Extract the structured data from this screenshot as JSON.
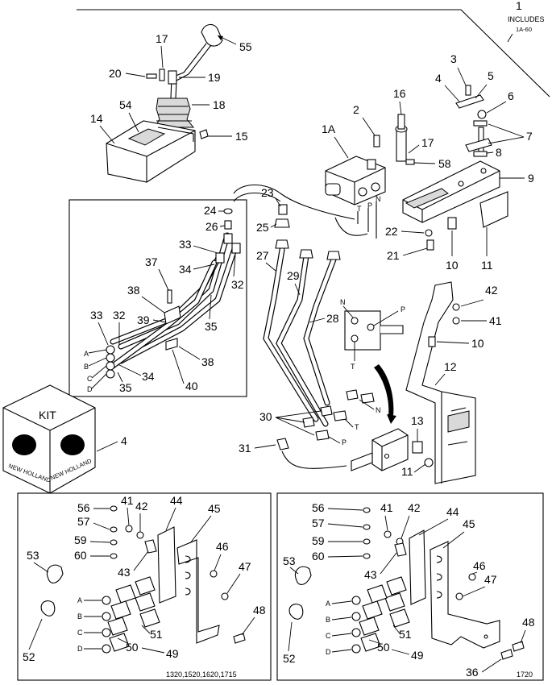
{
  "header": {
    "ref_number": "1",
    "includes_line1": "INCLUDES",
    "includes_line2": "1A-60"
  },
  "callouts": {
    "c1A": "1A",
    "c2": "2",
    "c3": "3",
    "c4a": "4",
    "c5": "5",
    "c6": "6",
    "c7": "7",
    "c8": "8",
    "c9": "9",
    "c10a": "10",
    "c10b": "10",
    "c11a": "11",
    "c11b": "11",
    "c12": "12",
    "c13": "13",
    "c14": "14",
    "c15": "15",
    "c16": "16",
    "c17a": "17",
    "c17b": "17",
    "c18": "18",
    "c19": "19",
    "c20": "20",
    "c21": "21",
    "c22": "22",
    "c23": "23",
    "c24": "24",
    "c25": "25",
    "c26": "26",
    "c27": "27",
    "c28": "28",
    "c29": "29",
    "c30": "30",
    "c31": "31",
    "c32a": "32",
    "c32b": "32",
    "c33a": "33",
    "c33b": "33",
    "c34a": "34",
    "c34b": "34",
    "c35a": "35",
    "c35b": "35",
    "c37": "37",
    "c38a": "38",
    "c38b": "38",
    "c39": "39",
    "c40": "40",
    "c41a": "41",
    "c42a": "42",
    "c4b": "4",
    "c54": "54",
    "c55": "55",
    "c58": "58",
    "L56": "56",
    "L57": "57",
    "L59": "59",
    "L60": "60",
    "L41": "41",
    "L42": "42",
    "L44": "44",
    "L45": "45",
    "L46": "46",
    "L47": "47",
    "L43": "43",
    "L53": "53",
    "L52": "52",
    "L48": "48",
    "L51": "51",
    "L50": "50",
    "L49": "49",
    "R56": "56",
    "R57": "57",
    "R59": "59",
    "R60": "60",
    "R41": "41",
    "R42": "42",
    "R44": "44",
    "R45": "45",
    "R46": "46",
    "R47": "47",
    "R43": "43",
    "R53": "53",
    "R52": "52",
    "R48": "48",
    "R51": "51",
    "R50": "50",
    "R49": "49",
    "R36": "36"
  },
  "port_letters": {
    "T1": "T",
    "P1": "P",
    "N1": "N",
    "N2": "N",
    "P2": "P",
    "T2": "T",
    "N3": "N",
    "T3": "T",
    "P3": "P",
    "A": "A",
    "B": "B",
    "C": "C",
    "D": "D",
    "LA": "A",
    "LB": "B",
    "LC": "C",
    "LD": "D",
    "RA": "A",
    "RB": "B",
    "RC": "C",
    "RD": "D"
  },
  "kit": {
    "label": "KIT",
    "brand_a": "NEW HOLLAND",
    "brand_b": "NEW HOLLAND"
  },
  "footer": {
    "left_models": "1320,1520,1620,1715",
    "figure_id": "1720"
  }
}
